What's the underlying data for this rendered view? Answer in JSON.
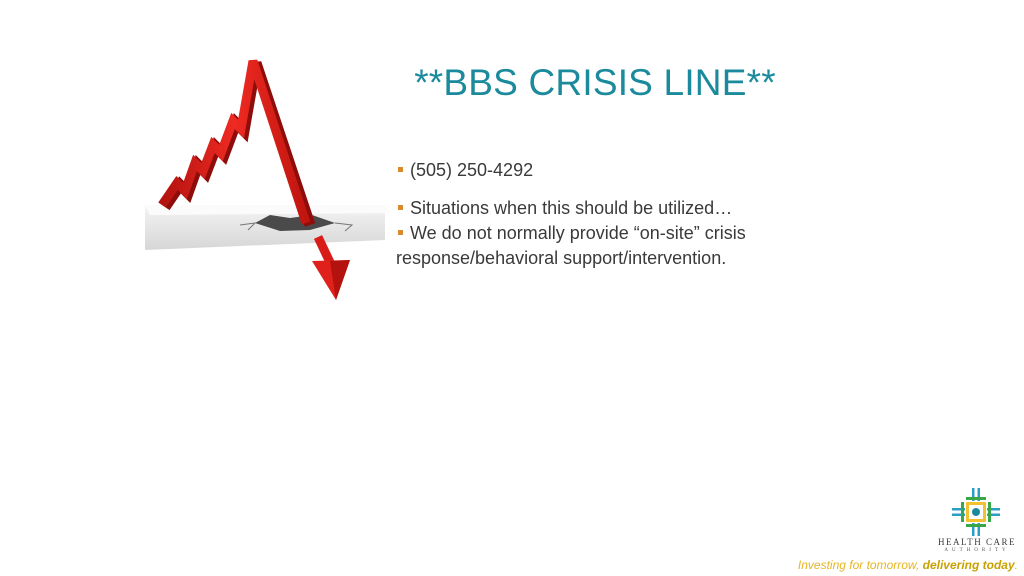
{
  "slide": {
    "title": "**BBS CRISIS LINE**",
    "bullets": [
      {
        "text": "(505) 250-4292"
      },
      {
        "text": "Situations when this should be utilized…"
      },
      {
        "text": "We do not normally provide “on-site” crisis"
      },
      {
        "text": "response/behavioral support/intervention."
      }
    ]
  },
  "logo": {
    "line1": "HEALTH CARE",
    "line2": "AUTHORITY"
  },
  "tagline": {
    "part1": "Investing for tomorrow,",
    "part2": "delivering today",
    "end": "."
  },
  "colors": {
    "title": "#1a8a9c",
    "bullet_marker": "#d98a2b",
    "arrow": "#e0201b",
    "tagline": "#e6b422"
  }
}
